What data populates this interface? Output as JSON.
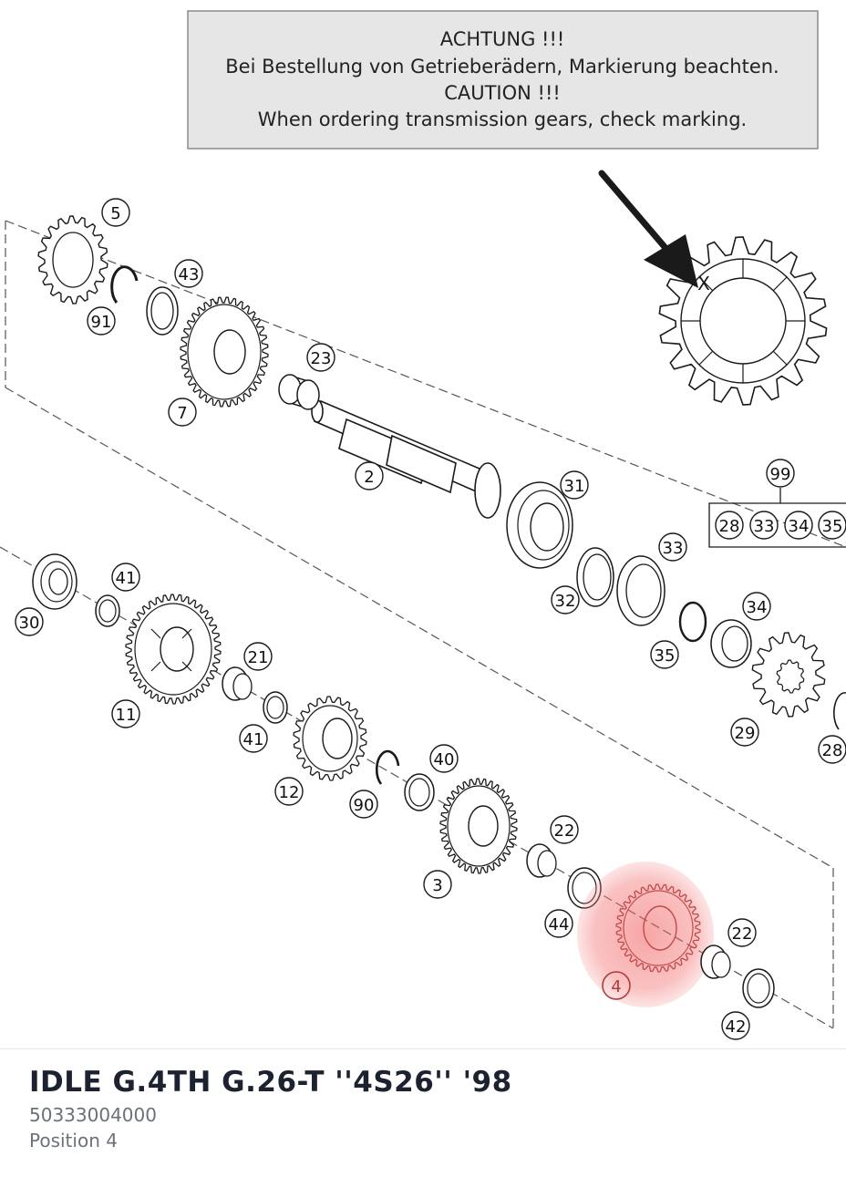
{
  "caution": {
    "line1": "ACHTUNG !!!",
    "line2": "Bei Bestellung von Getrieberädern, Markierung beachten.",
    "line3": "CAUTION !!!",
    "line4": "When ordering transmission gears, check marking."
  },
  "marking_label": "X",
  "callouts": [
    {
      "id": "5",
      "label": "5"
    },
    {
      "id": "43",
      "label": "43"
    },
    {
      "id": "91",
      "label": "91"
    },
    {
      "id": "7",
      "label": "7"
    },
    {
      "id": "23",
      "label": "23"
    },
    {
      "id": "2",
      "label": "2"
    },
    {
      "id": "31",
      "label": "31"
    },
    {
      "id": "99",
      "label": "99"
    },
    {
      "id": "28a",
      "label": "28"
    },
    {
      "id": "33a",
      "label": "33"
    },
    {
      "id": "34a",
      "label": "34"
    },
    {
      "id": "35a",
      "label": "35"
    },
    {
      "id": "33",
      "label": "33"
    },
    {
      "id": "32",
      "label": "32"
    },
    {
      "id": "34",
      "label": "34"
    },
    {
      "id": "35",
      "label": "35"
    },
    {
      "id": "29",
      "label": "29"
    },
    {
      "id": "28",
      "label": "28"
    },
    {
      "id": "30",
      "label": "30"
    },
    {
      "id": "41a",
      "label": "41"
    },
    {
      "id": "11",
      "label": "11"
    },
    {
      "id": "21",
      "label": "21"
    },
    {
      "id": "41b",
      "label": "41"
    },
    {
      "id": "12",
      "label": "12"
    },
    {
      "id": "40",
      "label": "40"
    },
    {
      "id": "90",
      "label": "90"
    },
    {
      "id": "3",
      "label": "3"
    },
    {
      "id": "22a",
      "label": "22"
    },
    {
      "id": "44",
      "label": "44"
    },
    {
      "id": "4",
      "label": "4"
    },
    {
      "id": "22b",
      "label": "22"
    },
    {
      "id": "42",
      "label": "42"
    }
  ],
  "part": {
    "title": "IDLE G.4TH G.26-T ''4S26'' '98",
    "number": "50333004000",
    "position": "Position 4"
  },
  "colors": {
    "highlight": "#f08080",
    "ink": "#1a1a1a",
    "title": "#1c2230",
    "muted": "#6b7079",
    "caution_bg": "#e6e6e6"
  }
}
